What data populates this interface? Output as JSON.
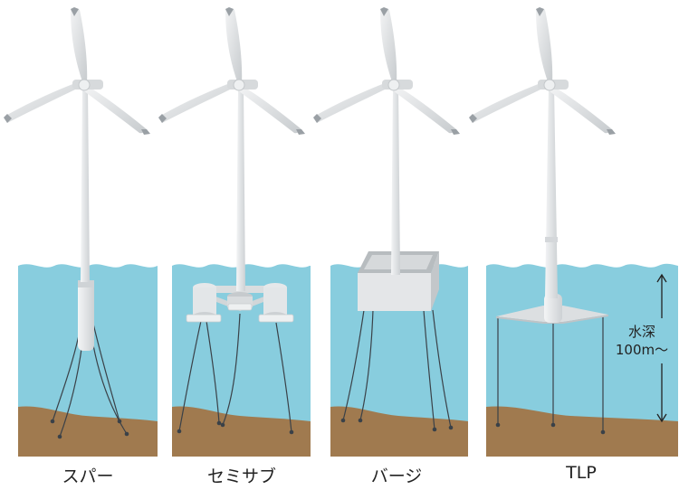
{
  "captions": {
    "spar": "スパー",
    "semisub": "セミサブ",
    "barge": "バージ",
    "tlp": "TLP"
  },
  "depth": {
    "line1": "水深",
    "line2": "100m～"
  },
  "colors": {
    "water": "#88CDDE",
    "water_top": "#7FC8DA",
    "seabed": "#A07A4F",
    "seabed_top": "#B8926A",
    "turbine": "#E9EBEC",
    "turbine_shade": "#C9CDD0",
    "mooring": "#3A4148"
  }
}
